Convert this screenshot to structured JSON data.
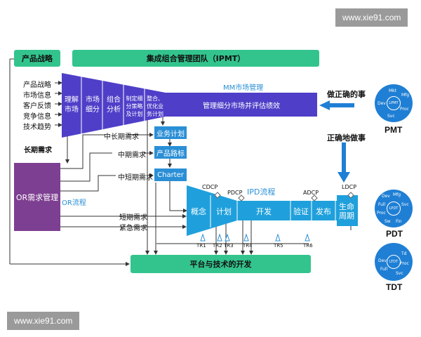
{
  "watermark_top": "www.xie91.com",
  "watermark_bottom": "www.xie91.com",
  "strategy_box": "产品战略",
  "ipmt_box": "集成组合管理团队（IPMT）",
  "inputs": [
    "产品战略",
    "市场信息",
    "客户反馈",
    "竞争信息",
    "技术趋势"
  ],
  "long_term_need": "长期需求",
  "mm_columns": [
    "理解\n市场",
    "市场\n细分",
    "组合\n分析",
    "制定细\n分策略\n及计划",
    "整合、\n优化业\n务计划"
  ],
  "mm_title": "MM市场管理",
  "mm_bar_text": "管理细分市场并评估绩效",
  "do_right_things": "做正确的事",
  "do_things_right": "正确地做事",
  "small_boxes": [
    "业务计划",
    "产品路标",
    "Charter"
  ],
  "needs": [
    "中长期需求",
    "中期需求",
    "中短期需求",
    "短期需求",
    "紧急需求"
  ],
  "or_box": "OR需求管理",
  "or_flow": "OR流程",
  "ipd_title": "IPD流程",
  "ipd_phases": [
    "概念",
    "计划",
    "开发",
    "验证",
    "发布",
    "生命\n周期"
  ],
  "decision_points": [
    "CDCP",
    "PDCP",
    "ADCP",
    "LDCP"
  ],
  "tech_reviews": [
    "TR1",
    "TR2",
    "TR3",
    "TR4",
    "TR5",
    "TR6"
  ],
  "platform_box": "平台与技术的开发",
  "teams": [
    {
      "name": "PMT",
      "center": "LPMT",
      "roles": [
        "Mkt",
        "Mfg",
        "Dev",
        "Proc",
        "Svc"
      ]
    },
    {
      "name": "PDT",
      "center": "LPDT",
      "roles": [
        "Dev",
        "Mfg",
        "Full",
        "Svc",
        "Proc",
        "Sw",
        "Fin"
      ]
    },
    {
      "name": "TDT",
      "center": "LTDT",
      "roles": [
        "Td",
        "Dev",
        "Proc",
        "Full",
        "Svc"
      ]
    }
  ],
  "colors": {
    "green": "#33c48e",
    "purple": "#4f3fc8",
    "blue": "#2a8fd6",
    "ipd_blue": "#1fa0dc",
    "or_purple": "#7d3f91"
  }
}
